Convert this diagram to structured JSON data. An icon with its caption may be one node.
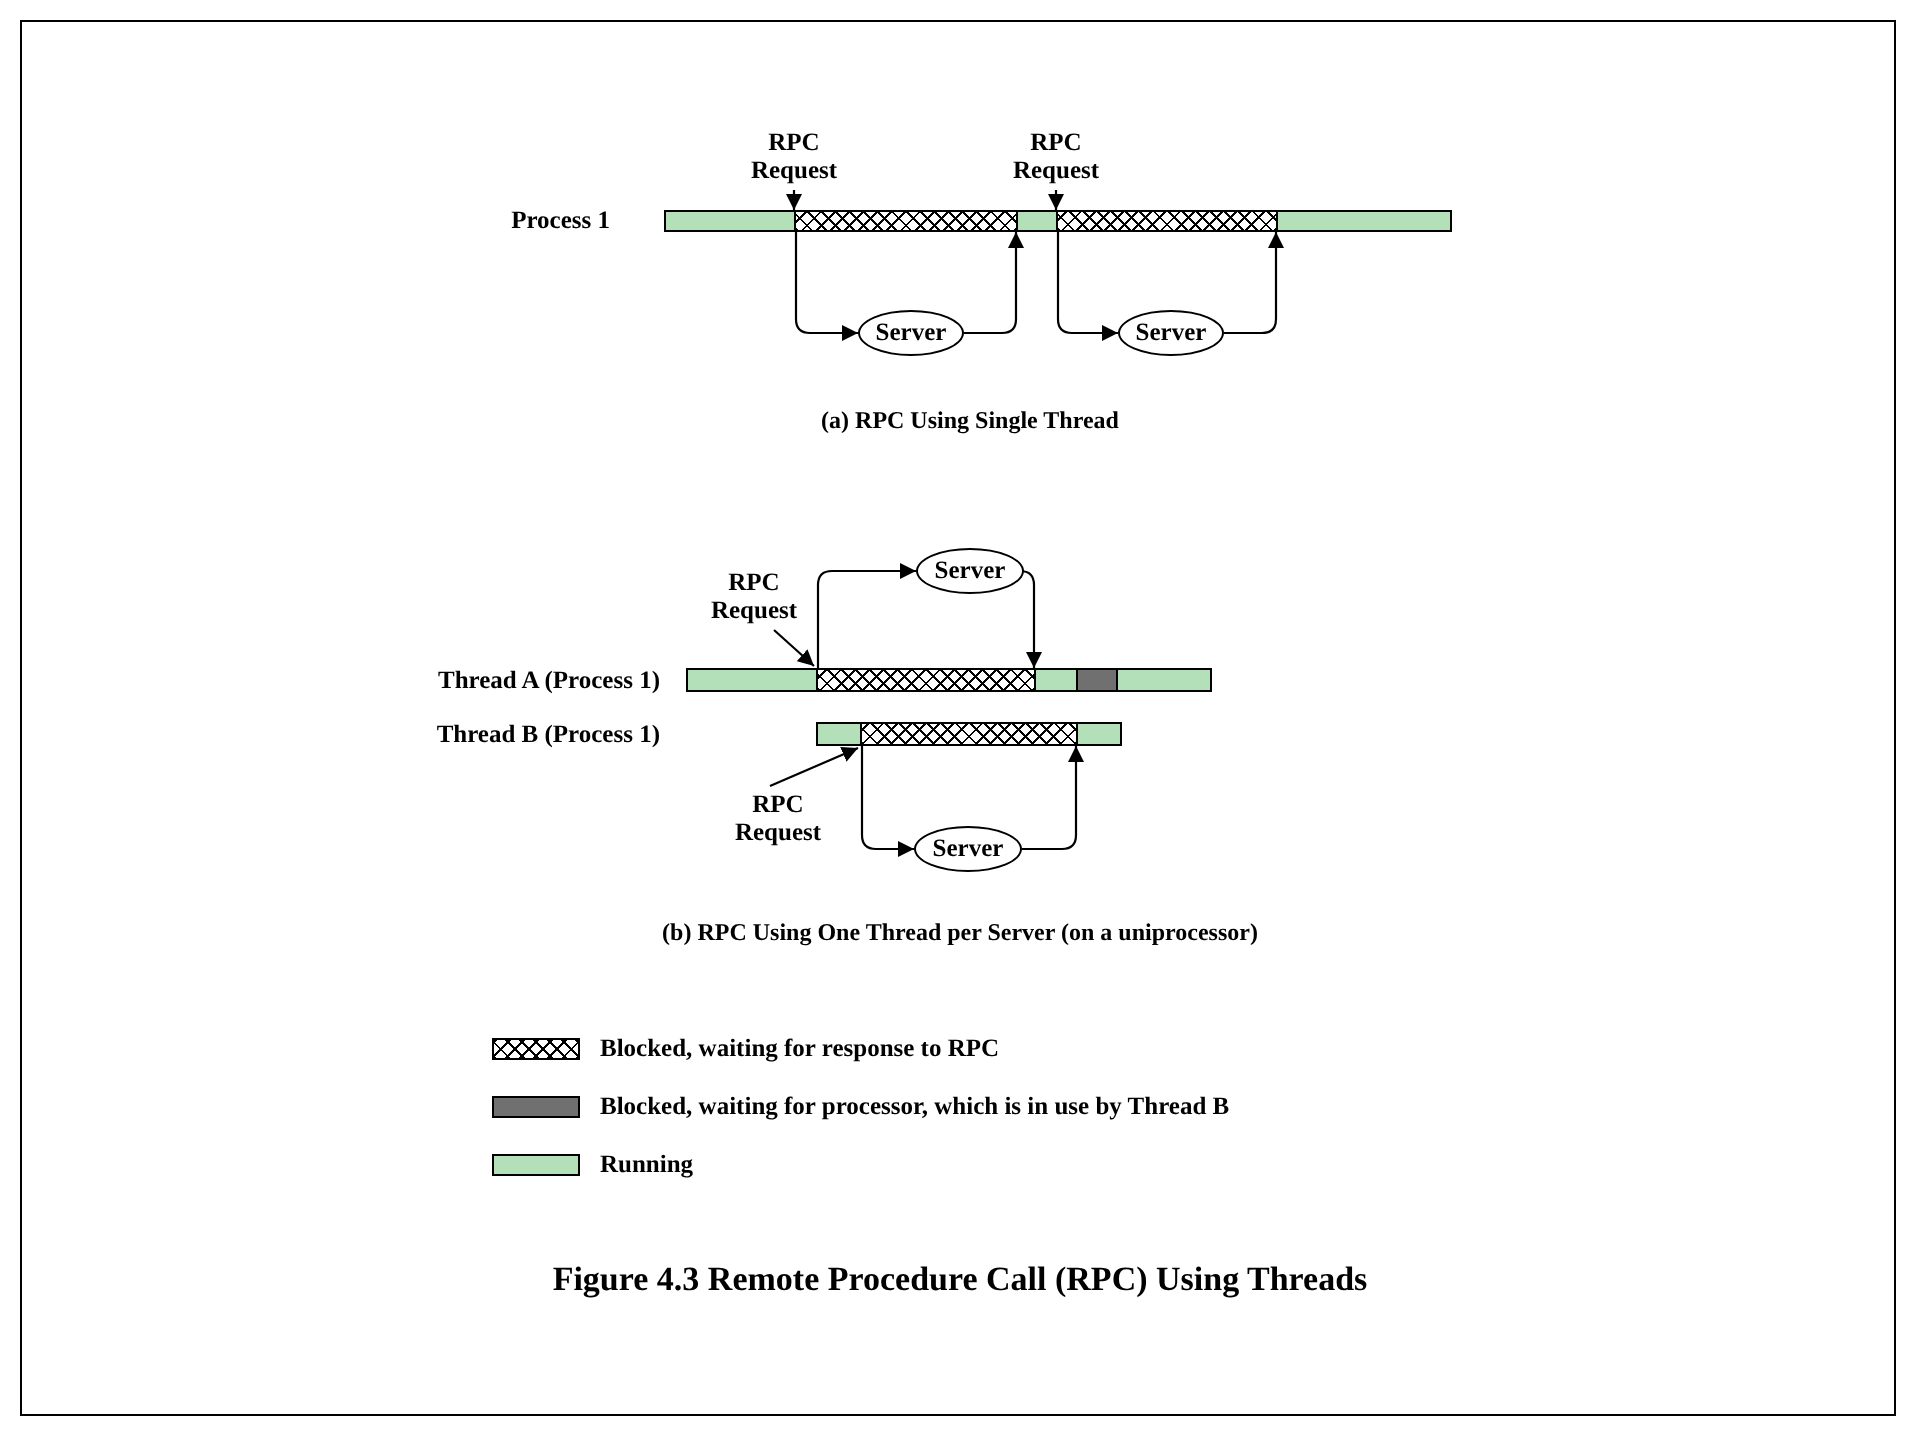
{
  "diagram": {
    "title": "Figure 4.3 Remote Procedure Call (RPC) Using Threads",
    "nodes": [
      {
        "text": [
          "RPC Request"
        ]
      },
      {
        "text": [
          "RPC Request"
        ]
      },
      {
        "text": [],
        "shape": "bar"
      },
      {
        "text": [],
        "shape": "bar"
      },
      {
        "text": [],
        "shape": "bar"
      },
      {
        "text": [],
        "shape": "bar"
      },
      {
        "text": [],
        "shape": "bar"
      },
      {
        "text": [
          "Server"
        ]
      },
      {
        "text": [
          "Server"
        ]
      },
      {
        "text": [
          "RPC Request"
        ]
      },
      {
        "text": [],
        "shape": "bar"
      },
      {
        "text": [],
        "shape": "bar"
      },
      {
        "text": [],
        "shape": "bar"
      },
      {
        "text": [],
        "shape": "bar"
      },
      {
        "text": [],
        "shape": "bar"
      },
      {
        "text": [
          "Server"
        ]
      },
      {
        "text": [],
        "shape": "bar"
      },
      {
        "text": [],
        "shape": "bar"
      },
      {
        "text": [],
        "shape": "bar"
      },
      {
        "text": [
          "RPC Request"
        ]
      },
      {
        "text": [
          "Server"
        ]
      }
    ],
    "edges": [
      {
        "from": 0,
        "to": 3,
        "arrow": "to"
      },
      {
        "from": 3,
        "to": 7,
        "arrow": "to"
      },
      {
        "from": 7,
        "to": 4,
        "arrow": "to"
      },
      {
        "from": 1,
        "to": 5,
        "arrow": "to"
      },
      {
        "from": 5,
        "to": 8,
        "arrow": "to"
      },
      {
        "from": 8,
        "to": 6,
        "arrow": "to"
      },
      {
        "from": 9,
        "to": 11,
        "arrow": "to"
      },
      {
        "from": 11,
        "to": 15,
        "arrow": "to"
      },
      {
        "from": 15,
        "to": 12,
        "arrow": "to"
      },
      {
        "from": 19,
        "to": 17,
        "arrow": "to"
      },
      {
        "from": 17,
        "to": 20,
        "arrow": "to"
      },
      {
        "from": 20,
        "to": 18,
        "arrow": "to"
      }
    ],
    "labels": [
      "Process 1",
      "(a) RPC Using Single Thread",
      "Thread A (Process 1)",
      "Thread B (Process 1)",
      "(b) RPC Using One Thread per Server (on a uniprocessor)"
    ],
    "legend": [
      {
        "text": "Blocked, waiting for response to RPC"
      },
      {
        "text": "Blocked, waiting for processor, which is in use by Thread B",
        "color": "#707070"
      },
      {
        "text": "Running",
        "color": "#b3e0b8"
      }
    ]
  }
}
